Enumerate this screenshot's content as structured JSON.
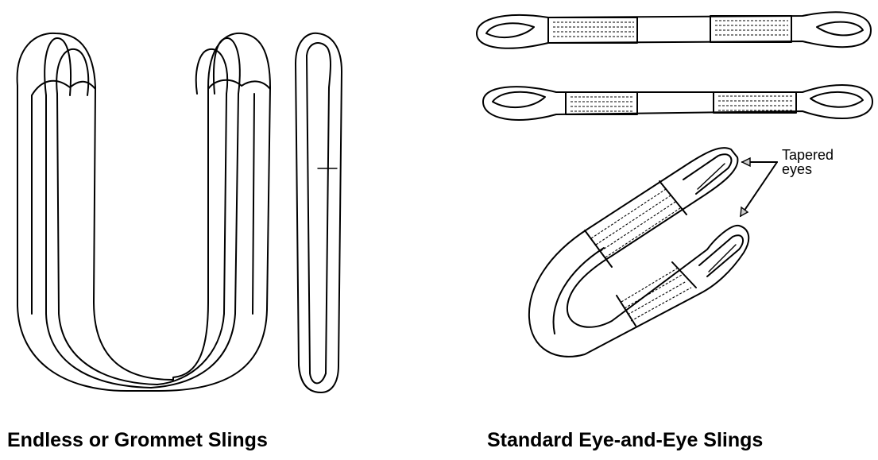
{
  "captions": {
    "endless": "Endless or Grommet Slings",
    "eye_and_eye": "Standard Eye-and-Eye Slings"
  },
  "callout": {
    "line1": "Tapered",
    "line2": "eyes"
  }
}
